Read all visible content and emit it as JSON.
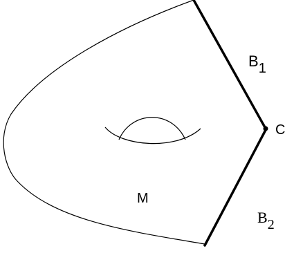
{
  "labels": {
    "b1": {
      "main": "B",
      "sub": "1"
    },
    "b2": {
      "main": "B",
      "sub": "2"
    },
    "corner": "C",
    "manifold": "M"
  },
  "colors": {
    "stroke": "#000000",
    "background": "#ffffff"
  }
}
